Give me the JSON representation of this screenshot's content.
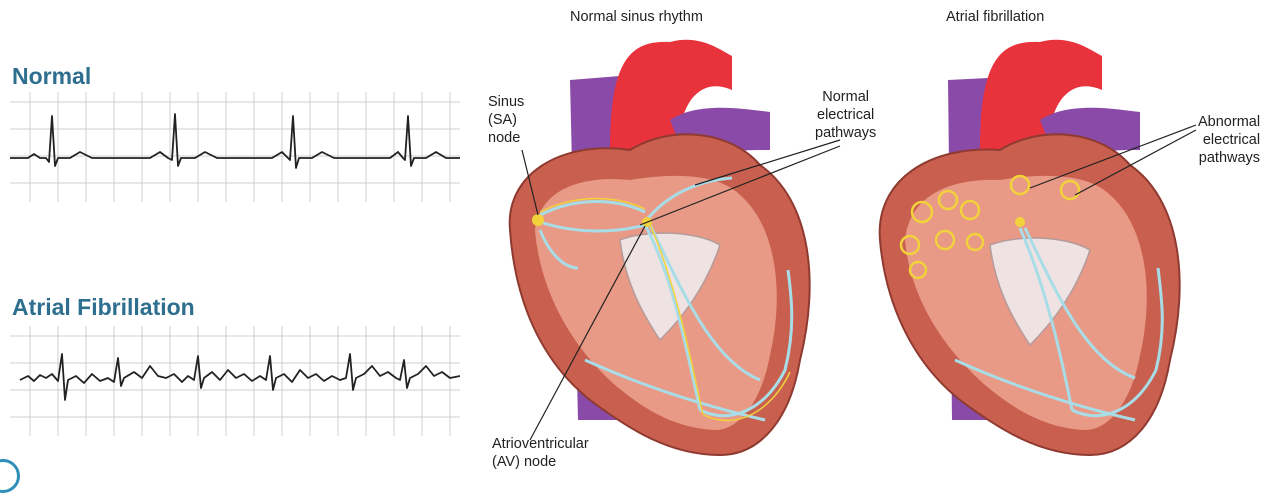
{
  "ecg": {
    "normal_title": "Normal",
    "af_title": "Atrial Fibrillation"
  },
  "heart_normal": {
    "title": "Normal sinus rhythm",
    "label_sa": "Sinus\n(SA)\nnode",
    "label_pathways": "Normal\nelectrical\npathways",
    "label_av": "Atrioventricular\n(AV) node"
  },
  "heart_af": {
    "title": "Atrial fibrillation",
    "label_pathways": "Abnormal\nelectrical\npathways"
  },
  "colors": {
    "title_blue": "#2e6e8e",
    "aorta_red": "#e8323c",
    "vein_purple": "#8a4aa8",
    "heart_wall": "#c9604f",
    "heart_inner": "#e89a86",
    "signal_yellow": "#f2d23a",
    "arrow_blue": "#a8dde8"
  }
}
